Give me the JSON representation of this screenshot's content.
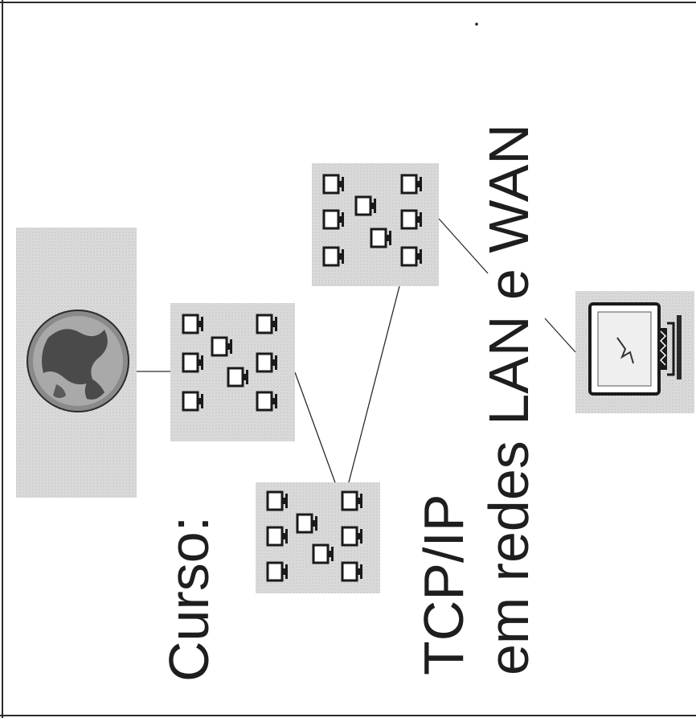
{
  "slide": {
    "title_line1": "Curso:",
    "title_line2": "TCP/IP",
    "title_line3": "em redes LAN e WAN"
  },
  "icons": [
    "globe-icon",
    "network-icon",
    "network-icon",
    "network-icon",
    "monitor-icon"
  ],
  "colors": {
    "background": "#ffffff",
    "box_fill": "#d9d9d9",
    "ink": "#1e1e1e"
  }
}
